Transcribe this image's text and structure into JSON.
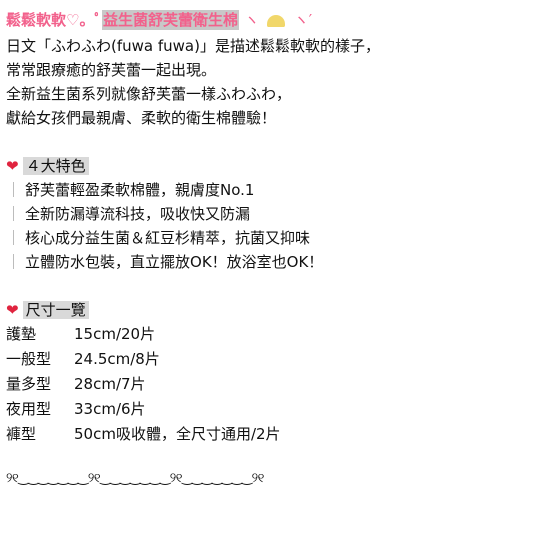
{
  "title": {
    "prefix": "鬆鬆軟軟♡。ﾟ",
    "highlight": "益生菌舒芙蕾衛生棉",
    "deco_left": "ヽ",
    "deco_right": "ヽ′"
  },
  "intro": [
    "日文「ふわふわ(fuwa fuwa)」是描述鬆鬆軟軟的樣子，",
    "常常跟療癒的舒芙蕾一起出現。",
    "全新益生菌系列就像舒芙蕾一樣ふわふわ，",
    "獻給女孩們最親膚、柔軟的衛生棉體驗！"
  ],
  "features": {
    "heading": "４大特色",
    "bar": "｜",
    "items": [
      "舒芙蕾輕盈柔軟棉體，親膚度No.1",
      "全新防漏導流科技，吸收快又防漏",
      "核心成分益生菌＆紅豆杉精萃，抗菌又抑味",
      "立體防水包裝，直立擺放OK！放浴室也OK！"
    ]
  },
  "sizes": {
    "heading": "尺寸一覽",
    "rows": [
      {
        "name": "護墊",
        "spec": "15cm/20片"
      },
      {
        "name": "一般型",
        "spec": "24.5cm/8片"
      },
      {
        "name": "量多型",
        "spec": "28cm/7片"
      },
      {
        "name": "夜用型",
        "spec": "33cm/6片"
      },
      {
        "name": "褲型",
        "spec": "50cm吸收體，全尺寸通用/2片"
      }
    ]
  },
  "footer": "୨୧‿‿‿‿‿‿‿୨୧‿‿‿‿‿‿‿୨୧‿‿‿‿‿‿‿୨୧",
  "colors": {
    "pink": "#f2618c",
    "heart": "#e0243f",
    "highlight_bg": "#c8c8c8"
  }
}
